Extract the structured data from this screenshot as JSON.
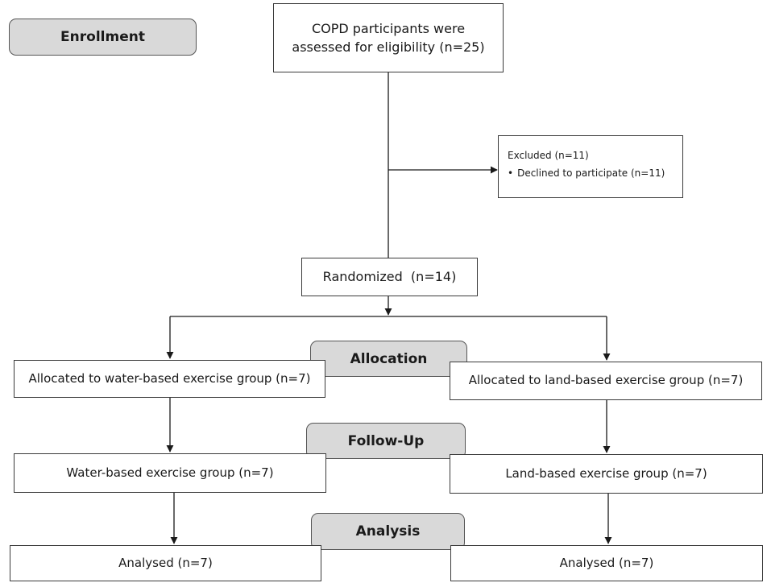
{
  "stages": {
    "enrollment": "Enrollment",
    "allocation": "Allocation",
    "follow_up": "Follow-Up",
    "analysis": "Analysis"
  },
  "boxes": {
    "assessed": "COPD participants were assessed for eligibility (n=25)",
    "excluded_title": "Excluded (n=11)",
    "excluded_reasons": [
      "Declined to participate (n=11)"
    ],
    "randomized": "Randomized  (n=14)",
    "allocated_water": "Allocated to water-based exercise group (n=7)",
    "allocated_land": "Allocated to land-based exercise group (n=7)",
    "followup_water": "Water-based exercise group (n=7)",
    "followup_land": "Land-based exercise group (n=7)",
    "analysed_water": "Analysed (n=7)",
    "analysed_land": "Analysed (n=7)"
  }
}
